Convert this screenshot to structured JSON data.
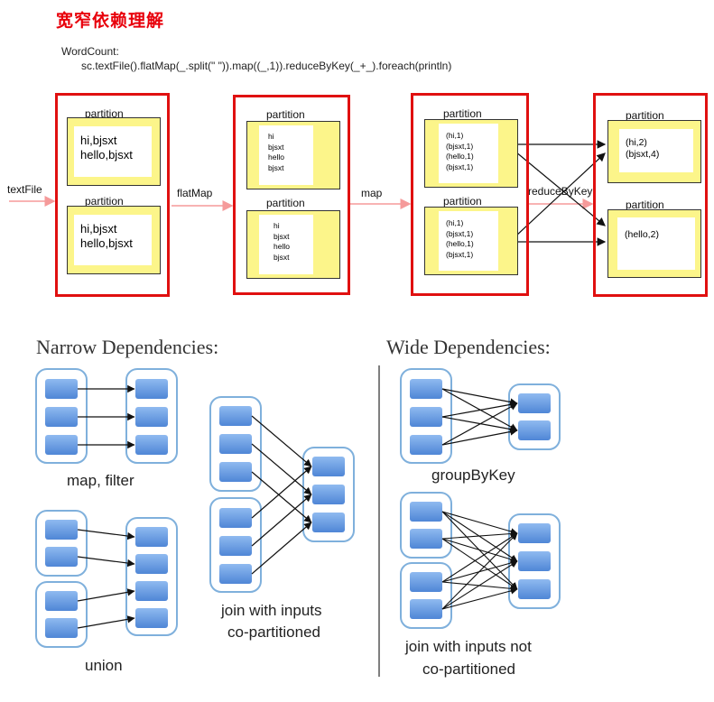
{
  "title": "宽窄依赖理解",
  "code": {
    "label": "WordCount:",
    "line": "sc.textFile().flatMap(_.split(\" \")).map((_,1)).reduceByKey(_+_).foreach(println)"
  },
  "ops": {
    "textFile": "textFile",
    "flatMap": "flatMap",
    "map": "map",
    "reduceByKey": "reduceByKey"
  },
  "partition_label": "partition",
  "stages": {
    "s1": {
      "p1": [
        "hi,bjsxt",
        "hello,bjsxt"
      ],
      "p2": [
        "hi,bjsxt",
        "hello,bjsxt"
      ]
    },
    "s2": {
      "p1": [
        "hi",
        "bjsxt",
        "hello",
        "bjsxt"
      ],
      "p2": [
        "hi",
        "bjsxt",
        "hello",
        "bjsxt"
      ]
    },
    "s3": {
      "p1": [
        "(hi,1)",
        "(bjsxt,1)",
        "(hello,1)",
        "(bjsxt,1)"
      ],
      "p2": [
        "(hi,1)",
        "(bjsxt,1)",
        "(hello,1)",
        "(bjsxt,1)"
      ]
    },
    "s4": {
      "p1": [
        "(hi,2)",
        "(bjsxt,4)"
      ],
      "p2": [
        "(hello,2)"
      ]
    }
  },
  "narrow": {
    "title": "Narrow Dependencies:",
    "map_filter": "map, filter",
    "union": "union",
    "join_line1": "join with inputs",
    "join_line2": "co-partitioned"
  },
  "wide": {
    "title": "Wide Dependencies:",
    "groupByKey": "groupByKey",
    "join_line1": "join with inputs not",
    "join_line2": "co-partitioned"
  },
  "colors": {
    "title_red": "#e8000b",
    "stage_border": "#e01010",
    "partition_fill": "#fcf58a",
    "arrow_pink": "#f59a9a",
    "rdd_fill": "#6fa3df",
    "rdd_group_border": "#7fb0dc"
  }
}
